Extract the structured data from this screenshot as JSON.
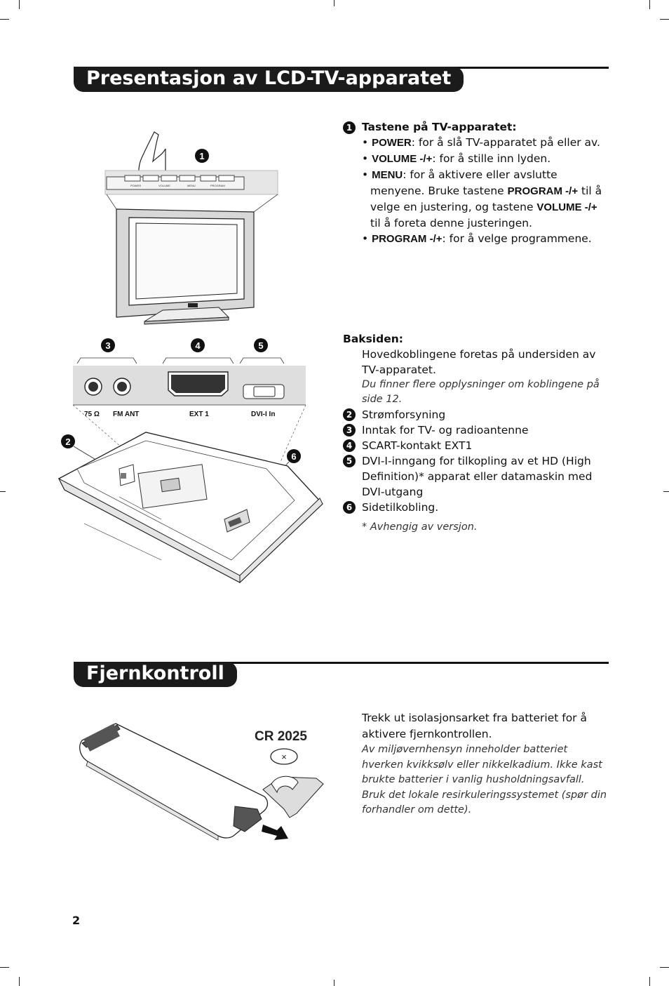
{
  "section1": {
    "title": "Presentasjon av LCD-TV-apparatet"
  },
  "callouts": {
    "n1": "1",
    "n2": "2",
    "n3": "3",
    "n4": "4",
    "n5": "5",
    "n6": "6"
  },
  "front_panel": {
    "labels": [
      "POWER",
      "VOLUME",
      "MENU",
      "PROGRAM"
    ]
  },
  "connector_labels": {
    "c75": "75 Ω",
    "fm": "FM ANT",
    "ext1": "EXT 1",
    "dvi": "DVI-I In"
  },
  "keys": {
    "heading": "Tastene på TV-apparatet:",
    "items": [
      {
        "key": "POWER",
        "text": ": for å slå TV-apparatet på eller av."
      },
      {
        "key": "VOLUME -/+",
        "text": ": for å stille inn lyden."
      },
      {
        "key": "MENU",
        "text": ": for å aktivere eller avslutte menyene. Bruke tastene "
      },
      {
        "key": "PROGRAM -/+",
        "text": ": for å velge programmene."
      }
    ],
    "menu_mid1": "PROGRAM -/+",
    "menu_mid2": " til å velge en justering, og tastene ",
    "menu_mid3": "VOLUME -/+",
    "menu_mid4": " til å foreta denne justeringen."
  },
  "back": {
    "heading": "Baksiden:",
    "intro": "Hovedkoblingene foretas på undersiden av TV-apparatet.",
    "note": "Du finner flere opplysninger om koblingene på side 12.",
    "items": [
      "Strømforsyning",
      "Inntak for TV- og radioantenne",
      "SCART-kontakt EXT1",
      "DVI-I-inngang for tilkopling av et HD (High Definition)* apparat eller datamaskin med DVI-utgang",
      "Sidetilkobling."
    ],
    "footnote": "* Avhengig av versjon."
  },
  "section2": {
    "title": "Fjernkontroll"
  },
  "remote": {
    "battery_label": "CR 2025",
    "text": "Trekk ut isolasjonsarket fra batteriet for å aktivere fjernkontrollen.",
    "note": "Av miljøvernhensyn inneholder batteriet hverken kvikksølv eller nikkelkadium. Ikke kast brukte batterier i vanlig husholdningsavfall. Bruk det lokale resirkuleringssystemet (spør din forhandler om dette)."
  },
  "page_number": "2"
}
